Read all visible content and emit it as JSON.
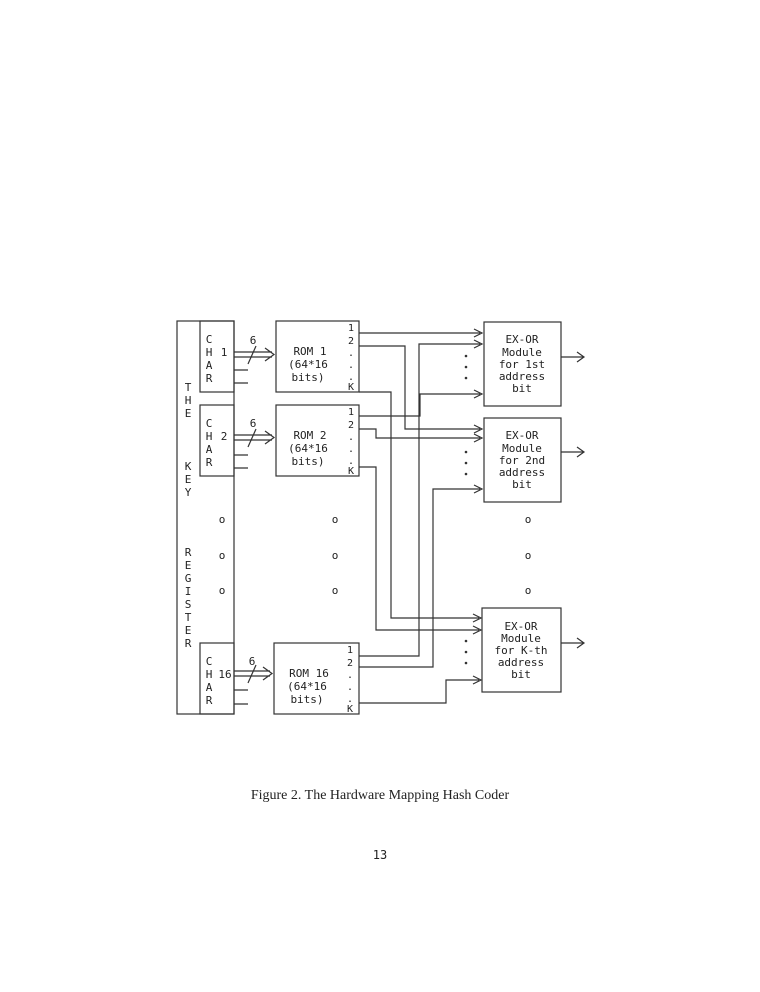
{
  "key_register": {
    "label_letters": [
      "T",
      "H",
      "E",
      "K",
      "E",
      "Y",
      "R",
      "E",
      "G",
      "I",
      "S",
      "T",
      "E",
      "R"
    ]
  },
  "chars": [
    {
      "letters": [
        "C",
        "H",
        "A",
        "R"
      ],
      "index": "1",
      "bus_width": "6"
    },
    {
      "letters": [
        "C",
        "H",
        "A",
        "R"
      ],
      "index": "2",
      "bus_width": "6"
    },
    {
      "letters": [
        "C",
        "H",
        "A",
        "R"
      ],
      "index": "16",
      "bus_width": "6"
    }
  ],
  "roms": [
    {
      "lines": [
        "ROM 1",
        "(64*16",
        "bits)"
      ],
      "outputs": [
        "1",
        "2",
        ".",
        ".",
        ".",
        "K"
      ]
    },
    {
      "lines": [
        "ROM 2",
        "(64*16",
        "bits)"
      ],
      "outputs": [
        "1",
        "2",
        ".",
        ".",
        ".",
        "K"
      ]
    },
    {
      "lines": [
        "ROM 16",
        "(64*16",
        "bits)"
      ],
      "outputs": [
        "1",
        "2",
        ".",
        ".",
        ".",
        "K"
      ]
    }
  ],
  "exor_modules": [
    {
      "lines": [
        "EX-OR",
        "Module",
        "for 1st",
        "address",
        "bit"
      ]
    },
    {
      "lines": [
        "EX-OR",
        "Module",
        "for 2nd",
        "address",
        "bit"
      ]
    },
    {
      "lines": [
        "EX-OR",
        "Module",
        "for K-th",
        "address",
        "bit"
      ]
    }
  ],
  "ellipsis_marker": "o",
  "caption": "Figure 2. The Hardware Mapping Hash Coder",
  "page_number": "13"
}
